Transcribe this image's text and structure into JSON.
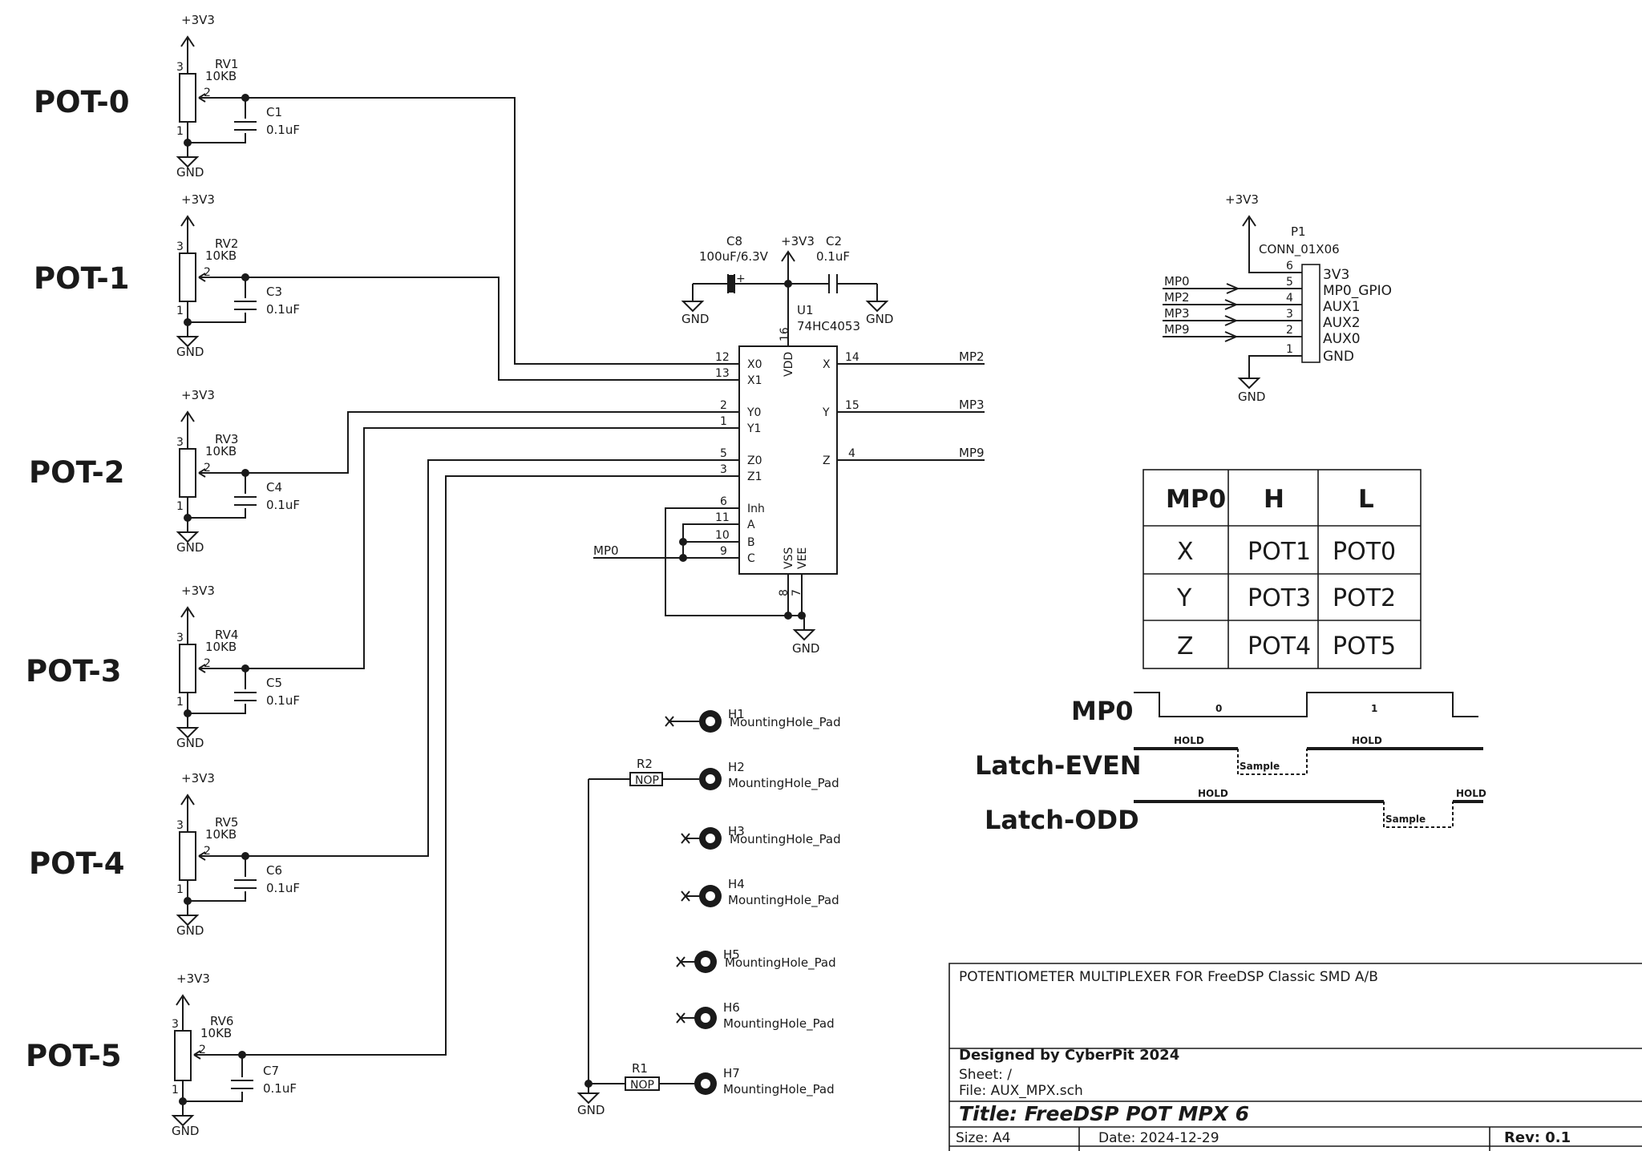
{
  "pots": [
    {
      "label": "POT-0",
      "ref": "RV1",
      "val": "10KB",
      "cap": "C1",
      "capval": "0.1uF"
    },
    {
      "label": "POT-1",
      "ref": "RV2",
      "val": "10KB",
      "cap": "C3",
      "capval": "0.1uF"
    },
    {
      "label": "POT-2",
      "ref": "RV3",
      "val": "10KB",
      "cap": "C4",
      "capval": "0.1uF"
    },
    {
      "label": "POT-3",
      "ref": "RV4",
      "val": "10KB",
      "cap": "C5",
      "capval": "0.1uF"
    },
    {
      "label": "POT-4",
      "ref": "RV5",
      "val": "10KB",
      "cap": "C6",
      "capval": "0.1uF"
    },
    {
      "label": "POT-5",
      "ref": "RV6",
      "val": "10KB",
      "cap": "C7",
      "capval": "0.1uF"
    }
  ],
  "power": {
    "vcc": "+3V3",
    "gnd": "GND"
  },
  "pot_pins": {
    "top": "3",
    "wiper": "2",
    "bottom": "1"
  },
  "mux": {
    "ref": "U1",
    "part": "74HC4053",
    "left_pins": [
      {
        "num": "12",
        "name": "X0"
      },
      {
        "num": "13",
        "name": "X1"
      },
      {
        "num": "2",
        "name": "Y0"
      },
      {
        "num": "1",
        "name": "Y1"
      },
      {
        "num": "5",
        "name": "Z0"
      },
      {
        "num": "3",
        "name": "Z1"
      },
      {
        "num": "6",
        "name": "Inh"
      },
      {
        "num": "11",
        "name": "A"
      },
      {
        "num": "10",
        "name": "B"
      },
      {
        "num": "9",
        "name": "C"
      }
    ],
    "right_pins": [
      {
        "num": "14",
        "name": "X",
        "net": "MP2"
      },
      {
        "num": "15",
        "name": "Y",
        "net": "MP3"
      },
      {
        "num": "4",
        "name": "Z",
        "net": "MP9"
      }
    ],
    "vdd": {
      "num": "16",
      "name": "VDD"
    },
    "vss": {
      "num": "8",
      "name": "VSS"
    },
    "vee": {
      "num": "7",
      "name": "VEE"
    },
    "select_net": "MP0"
  },
  "decoupling": [
    {
      "ref": "C8",
      "val": "100uF/6.3V"
    },
    {
      "ref": "C2",
      "val": "0.1uF"
    }
  ],
  "connector": {
    "ref": "P1",
    "part": "CONN_01X06",
    "pins": [
      {
        "num": "6",
        "name": "3V3",
        "net": ""
      },
      {
        "num": "5",
        "name": "MP0_GPIO",
        "net": "MP0"
      },
      {
        "num": "4",
        "name": "AUX1",
        "net": "MP2"
      },
      {
        "num": "3",
        "name": "AUX2",
        "net": "MP3"
      },
      {
        "num": "2",
        "name": "AUX0",
        "net": "MP9"
      },
      {
        "num": "1",
        "name": "GND",
        "net": ""
      }
    ]
  },
  "truth_table": {
    "headers": [
      "MP0",
      "H",
      "L"
    ],
    "rows": [
      [
        "X",
        "POT1",
        "POT0"
      ],
      [
        "Y",
        "POT3",
        "POT2"
      ],
      [
        "Z",
        "POT4",
        "POT5"
      ]
    ]
  },
  "timing": {
    "signals": [
      "MP0",
      "Latch-EVEN",
      "Latch-ODD"
    ],
    "mp0_states": [
      "0",
      "1"
    ],
    "even_states": [
      "HOLD",
      "Sample",
      "HOLD"
    ],
    "odd_states": [
      "HOLD",
      "Sample",
      "HOLD"
    ]
  },
  "mounting_holes": [
    {
      "ref": "H1",
      "val": "MountingHole_Pad"
    },
    {
      "ref": "H2",
      "val": "MountingHole_Pad"
    },
    {
      "ref": "H3",
      "val": "MountingHole_Pad"
    },
    {
      "ref": "H4",
      "val": "MountingHole_Pad"
    },
    {
      "ref": "H5",
      "val": "MountingHole_Pad"
    },
    {
      "ref": "H6",
      "val": "MountingHole_Pad"
    },
    {
      "ref": "H7",
      "val": "MountingHole_Pad"
    }
  ],
  "resistors": [
    {
      "ref": "R2",
      "val": "NOP"
    },
    {
      "ref": "R1",
      "val": "NOP"
    }
  ],
  "title_block": {
    "comment": "POTENTIOMETER MULTIPLEXER FOR FreeDSP Classic SMD A/B",
    "designer": "Designed by CyberPit 2024",
    "sheet": "Sheet: /",
    "file": "File: AUX_MPX.sch",
    "title": "Title: FreeDSP POT MPX 6",
    "size": "Size: A4",
    "date": "Date: 2024-12-29",
    "rev": "Rev: 0.1"
  }
}
